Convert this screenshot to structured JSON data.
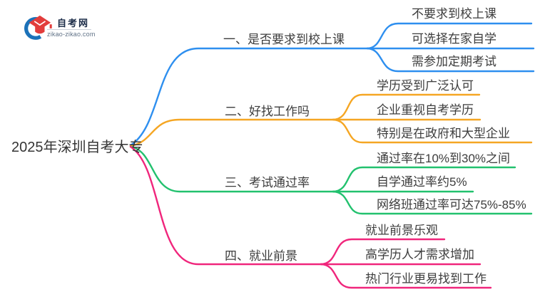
{
  "logo": {
    "title": "自考网",
    "domain": "zikao-zikao.com",
    "colors": {
      "crescent": "#1c72b9",
      "cap": "#e23d3c",
      "title_text": "#1a2b47",
      "domain_text": "#5f7186"
    }
  },
  "root": {
    "label": "2025年深圳自考大专"
  },
  "branches": [
    {
      "label": "一、是否要求到校上课",
      "color": "#2e8fef",
      "children": [
        "不要求到校上课",
        "可选择在家自学",
        "需参加定期考试"
      ]
    },
    {
      "label": "二、好找工作吗",
      "color": "#f5a623",
      "children": [
        "学历受到广泛认可",
        "企业重视自考学历",
        "特别是在政府和大型企业"
      ]
    },
    {
      "label": "三、考试通过率",
      "color": "#22c16e",
      "children": [
        "通过率在10%到30%之间",
        "自学通过率约5%",
        "网络班通过率可达75%-85%"
      ]
    },
    {
      "label": "四、就业前景",
      "color": "#f0267c",
      "children": [
        "就业前景乐观",
        "高学历人才需求增加",
        "热门行业更易找到工作"
      ]
    }
  ]
}
